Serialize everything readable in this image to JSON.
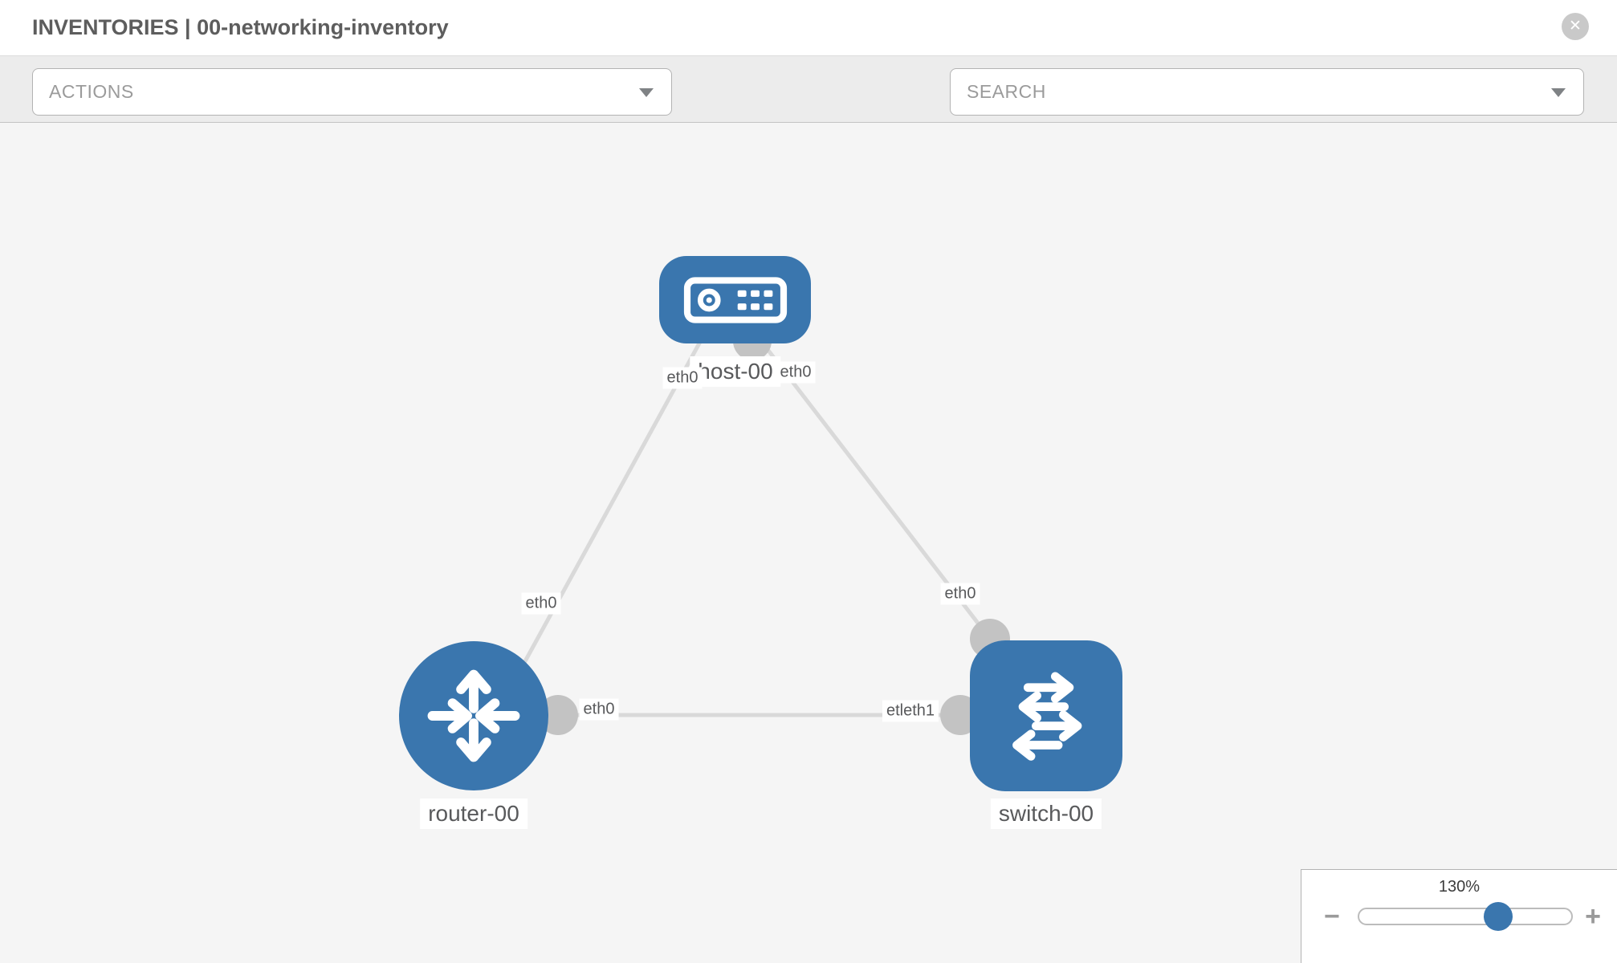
{
  "header": {
    "title": "INVENTORIES | 00-networking-inventory",
    "close_label": "✕"
  },
  "toolbar": {
    "actions_label": "ACTIONS",
    "search_placeholder": "SEARCH",
    "icons": [
      {
        "name": "wrench-icon"
      },
      {
        "name": "key-icon"
      }
    ]
  },
  "canvas": {
    "nodes": [
      {
        "id": "host-00",
        "type": "host",
        "label": "host-00"
      },
      {
        "id": "router-00",
        "type": "router",
        "label": "router-00"
      },
      {
        "id": "switch-00",
        "type": "switch",
        "label": "switch-00"
      }
    ],
    "links": [
      {
        "from": "host-00",
        "to": "router-00",
        "labels": [
          "eth0",
          "eth0"
        ]
      },
      {
        "from": "host-00",
        "to": "switch-00",
        "labels": [
          "eth0",
          "eth0"
        ]
      },
      {
        "from": "router-00",
        "to": "switch-00",
        "labels": [
          "eth0",
          "etleth1"
        ]
      }
    ]
  },
  "zoom_control": {
    "percent_label": "130%",
    "value": 130,
    "minus_label": "−",
    "plus_label": "+"
  },
  "colors": {
    "node_blue": "#3a76ae",
    "link_gray": "#d9d9d9",
    "connector_gray": "#c3c3c3",
    "icon_gray": "#8b8d90"
  }
}
